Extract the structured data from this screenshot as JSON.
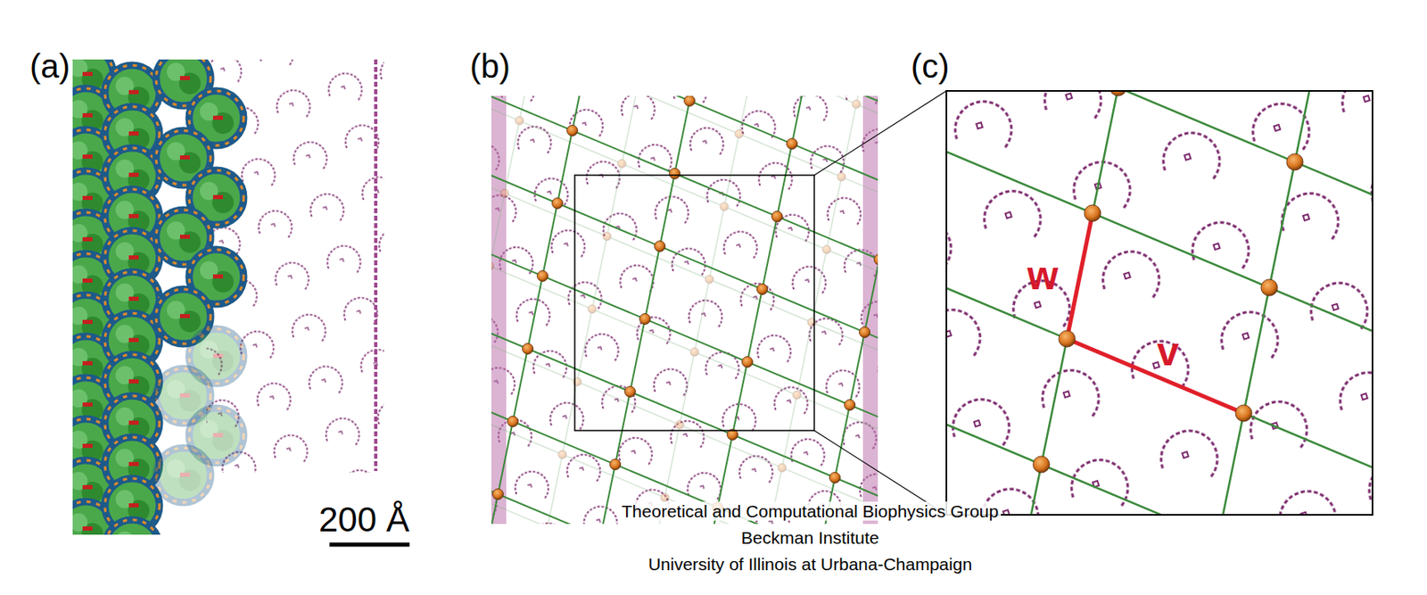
{
  "diagram": {
    "labels": [
      "(a)",
      "(b)",
      "(c)",
      "200 Å",
      "w",
      "v",
      "Theoretical and Computational Biophysics Group",
      "Beckman Institute",
      "University of Illinois at Urbana-Champaign"
    ]
  }
}
